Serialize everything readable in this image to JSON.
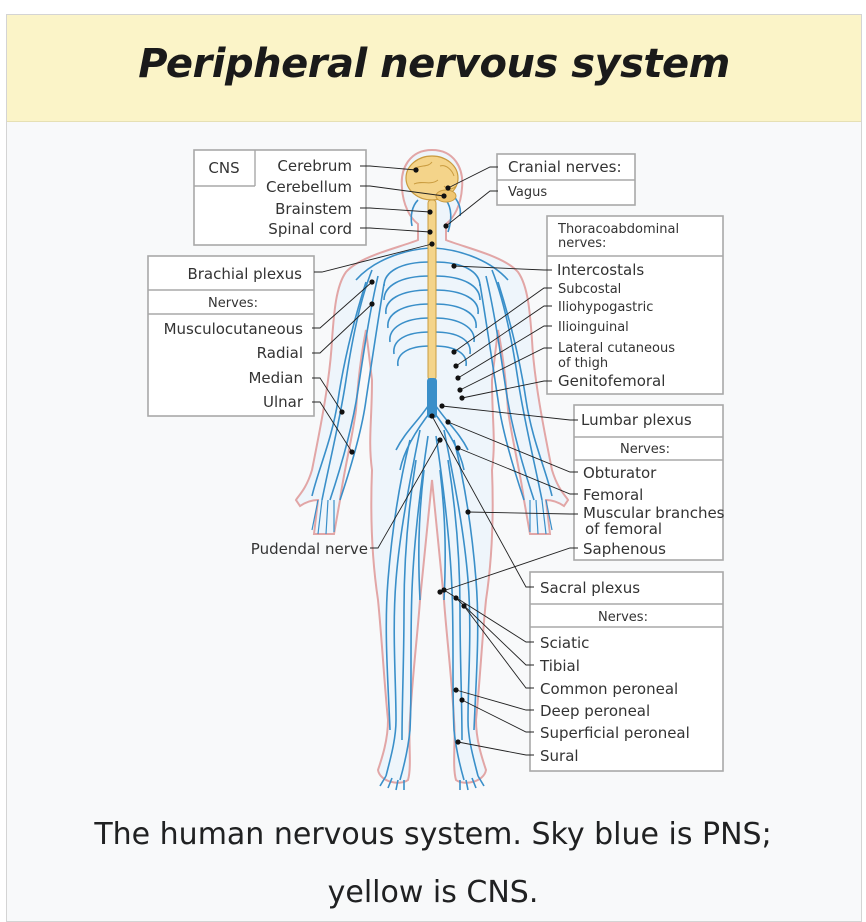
{
  "title": "Peripheral nervous system",
  "caption": {
    "line1": "The human nervous system. Sky blue is PNS;",
    "line2": "yellow is CNS."
  },
  "diagram": {
    "cns_box": {
      "heading": "CNS",
      "items": [
        "Cerebrum",
        "Cerebellum",
        "Brainstem",
        "Spinal cord"
      ]
    },
    "cranial_box": {
      "heading": "Cranial nerves:",
      "items": [
        "Vagus"
      ]
    },
    "thoraco_box": {
      "heading_line1": "Thoracoabdominal",
      "heading_line2": "nerves:",
      "items": [
        "Intercostals",
        "Subcostal",
        "Iliohypogastric",
        "Ilioinguinal",
        "Lateral cutaneous",
        "of thigh",
        "Genitofemoral"
      ]
    },
    "brachial_box": {
      "heading": "Brachial plexus",
      "subheading": "Nerves:",
      "items": [
        "Musculocutaneous",
        "Radial",
        "Median",
        "Ulnar"
      ]
    },
    "lumbar_box": {
      "heading": "Lumbar plexus",
      "subheading": "Nerves:",
      "items": [
        "Obturator",
        "Femoral",
        "Muscular branches",
        "of femoral",
        "Saphenous"
      ]
    },
    "sacral_box": {
      "heading": "Sacral plexus",
      "subheading": "Nerves:",
      "items": [
        "Sciatic",
        "Tibial",
        "Common peroneal",
        "Deep peroneal",
        "Superficial peroneal",
        "Sural"
      ]
    },
    "pudendal": "Pudendal nerve",
    "colors": {
      "pns": "#3a8fc9",
      "cns": "#f4d48a",
      "skin_outline": "#e2a6a6",
      "header_bg": "#fbf4c8"
    }
  }
}
